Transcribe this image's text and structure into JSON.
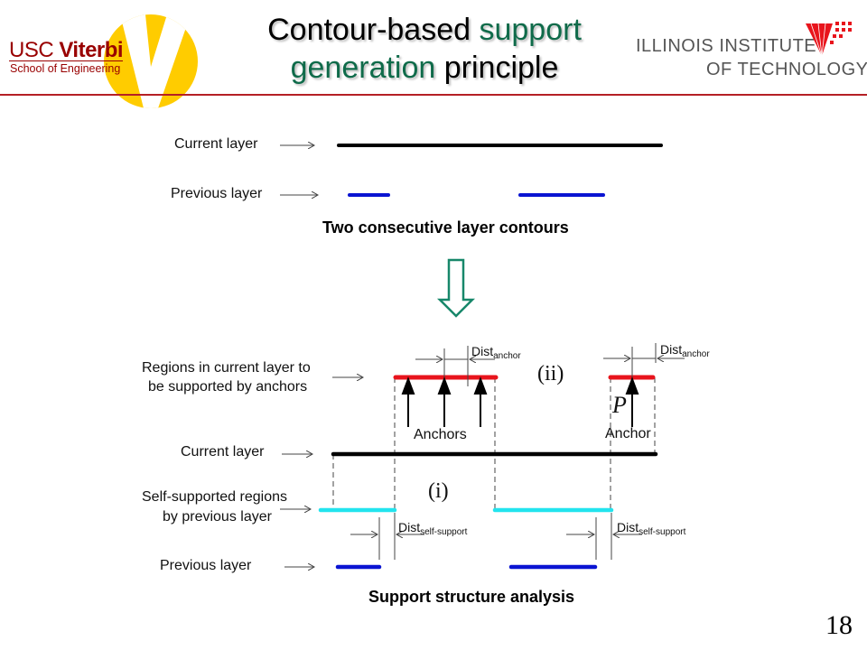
{
  "header": {
    "title_part1": "Contour-based ",
    "title_part2": "support",
    "title_part3": "generation",
    "title_part4": " principle",
    "accent_color": "#0f6b4a",
    "rule_color": "#b52025"
  },
  "logos": {
    "usc_main_regular": "USC ",
    "usc_main_bold": "Viterbi",
    "usc_sub": "School of Engineering",
    "iit_line1": "ILLINOIS INSTITUTE",
    "iit_line2": "OF TECHNOLOGY"
  },
  "top_diagram": {
    "current_layer_label": "Current layer",
    "previous_layer_label": "Previous layer",
    "caption": "Two consecutive layer contours",
    "current_color": "#000000",
    "previous_color": "#0a14d2"
  },
  "flow_arrow": {
    "icon": "hollow-down-arrow",
    "color": "#17876a"
  },
  "bottom_diagram": {
    "regions_label_line1": "Regions in current layer to",
    "regions_label_line2": "be supported by anchors",
    "current_layer_label": "Current layer",
    "self_supported_line1": "Self-supported regions",
    "self_supported_line2": "by previous layer",
    "previous_layer_label": "Previous layer",
    "anchors_label": "Anchors",
    "anchor_label": "Anchor",
    "point_label": "P",
    "case_i": "(i)",
    "case_ii": "(ii)",
    "dist_base": "Dist",
    "dist_anchor_sub": "anchor",
    "dist_self_sub": "self-support",
    "caption": "Support structure analysis",
    "anchor_region_color": "#e8141c",
    "self_supported_color": "#22e4ee"
  },
  "slide_number": "18"
}
